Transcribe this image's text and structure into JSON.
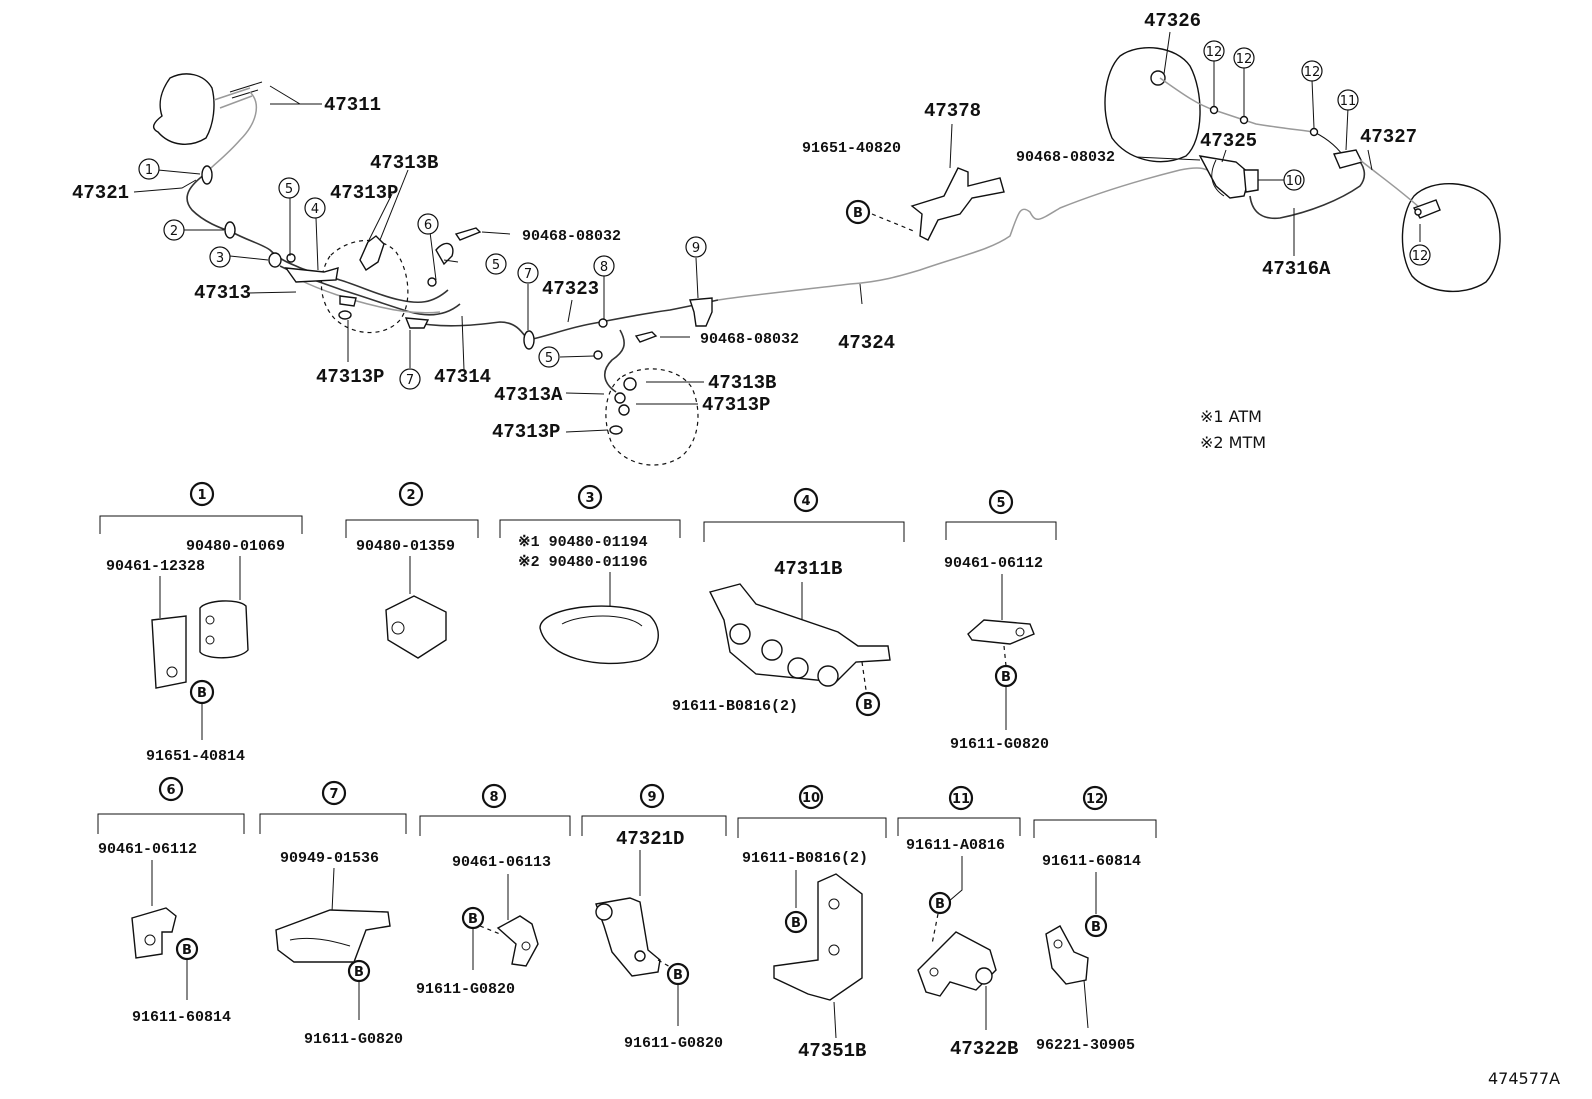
{
  "labels": {
    "l47311": "47311",
    "l47321": "47321",
    "l47313B_a": "47313B",
    "l47313P_a": "47313P",
    "l47313": "47313",
    "l47313P_b": "47313P",
    "l47314": "47314",
    "l90468_a": "90468-08032",
    "l47323": "47323",
    "l90468_b": "90468-08032",
    "l47313A": "47313A",
    "l47313B_b": "47313B",
    "l47313P_c": "47313P",
    "l47313P_d": "47313P",
    "l47324": "47324",
    "l47378": "47378",
    "l91651_40820": "91651-40820",
    "l47326": "47326",
    "l90468_c": "90468-08032",
    "l47325": "47325",
    "l47327": "47327",
    "l47316A": "47316A"
  },
  "callouts": [
    "1",
    "2",
    "3",
    "4",
    "5",
    "6",
    "7",
    "8",
    "9",
    "10",
    "11",
    "12"
  ],
  "bolt_symbol": "B",
  "notes": {
    "n1": "※1 ATM",
    "n2": "※2 MTM"
  },
  "details": {
    "d1": {
      "num": "1",
      "a": "90480-01069",
      "b": "90461-12328",
      "c": "91651-40814"
    },
    "d2": {
      "num": "2",
      "a": "90480-01359"
    },
    "d3": {
      "num": "3",
      "a": "※1 90480-01194",
      "b": "※2 90480-01196"
    },
    "d4": {
      "num": "4",
      "a": "47311B",
      "b": "91611-B0816(2)"
    },
    "d5": {
      "num": "5",
      "a": "90461-06112",
      "b": "91611-G0820"
    },
    "d6": {
      "num": "6",
      "a": "90461-06112",
      "b": "91611-60814"
    },
    "d7": {
      "num": "7",
      "a": "90949-01536",
      "b": "91611-G0820"
    },
    "d8": {
      "num": "8",
      "a": "90461-06113",
      "b": "91611-G0820"
    },
    "d9": {
      "num": "9",
      "a": "47321D",
      "b": "91611-G0820"
    },
    "d10": {
      "num": "10",
      "a": "91611-B0816(2)",
      "b": "47351B"
    },
    "d11": {
      "num": "11",
      "a": "91611-A0816",
      "b": "47322B"
    },
    "d12": {
      "num": "12",
      "a": "91611-60814",
      "b": "96221-30905"
    }
  },
  "diagram_id": "474577A"
}
